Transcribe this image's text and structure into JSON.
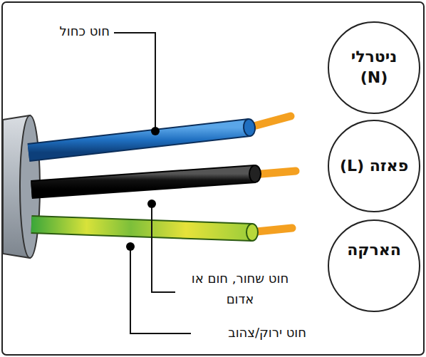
{
  "diagram": {
    "nodes": [
      {
        "text": [
          "ניטרלי (N)"
        ]
      },
      {
        "text": [
          "פאזה (L)"
        ]
      },
      {
        "text": [
          "הארקה"
        ]
      }
    ],
    "labels": [
      "חוט כחול",
      "חוט שחור, חום או אדום",
      "חוט ירוק/צהוב"
    ]
  }
}
